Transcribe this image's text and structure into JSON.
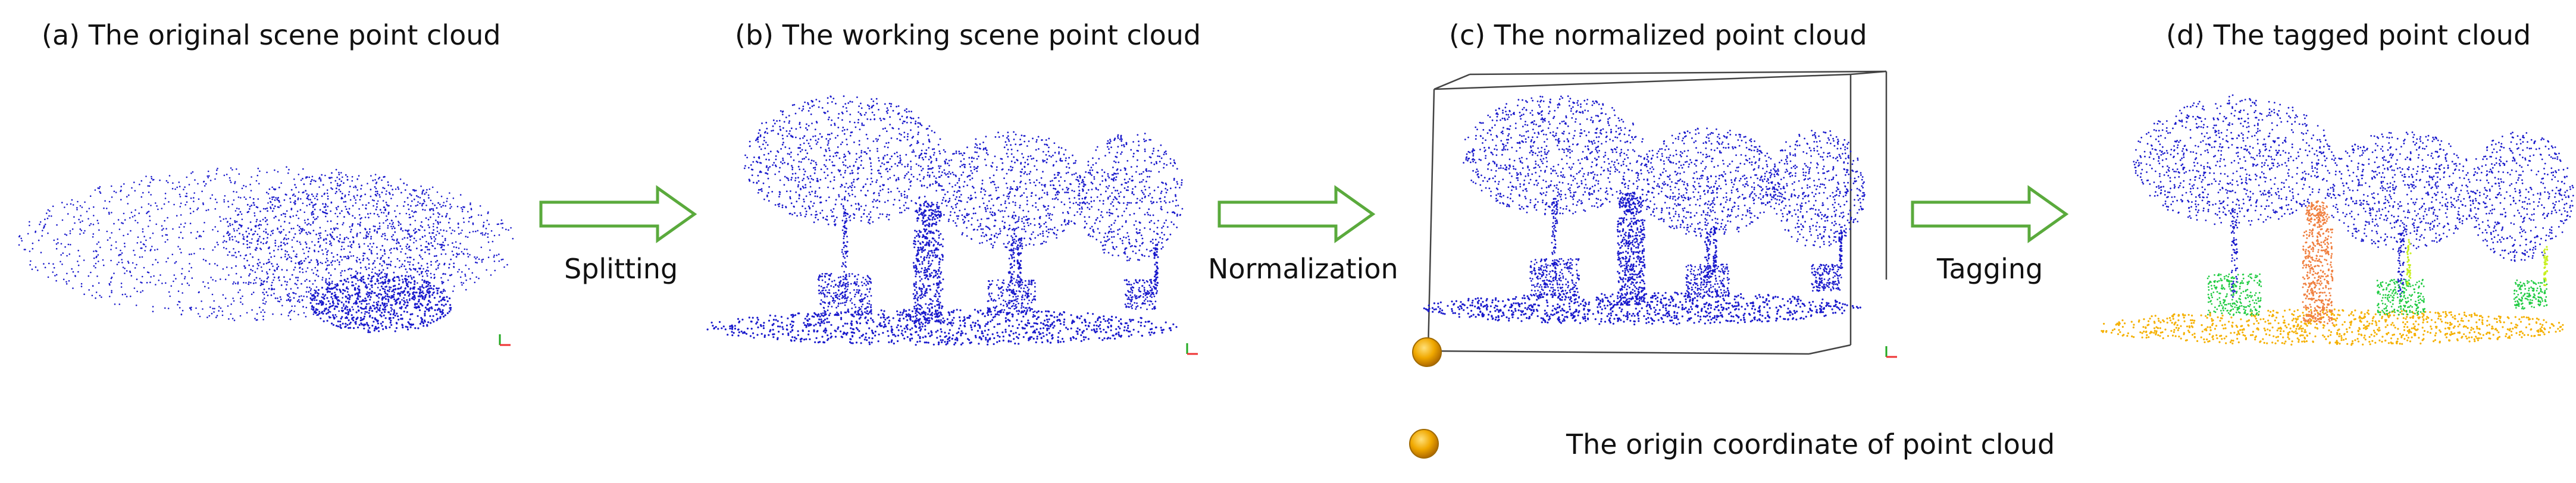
{
  "panels": [
    {
      "title": "(a) The original scene point cloud"
    },
    {
      "title": "(b) The working scene point cloud"
    },
    {
      "title": "(c) The normalized point cloud"
    },
    {
      "title": "(d) The tagged point cloud"
    }
  ],
  "steps": [
    {
      "label": "Splitting"
    },
    {
      "label": "Normalization"
    },
    {
      "label": "Tagging"
    }
  ],
  "legend": {
    "label": "The origin coordinate of point cloud"
  },
  "colors": {
    "points": "#1a1acc",
    "arrow": "#5aaa3c",
    "origin": "#e0a000",
    "ground_tag": "#f5b000",
    "person_tag": "#f08040",
    "pot_tag": "#22cc44",
    "stake_tag": "#c8f020"
  }
}
